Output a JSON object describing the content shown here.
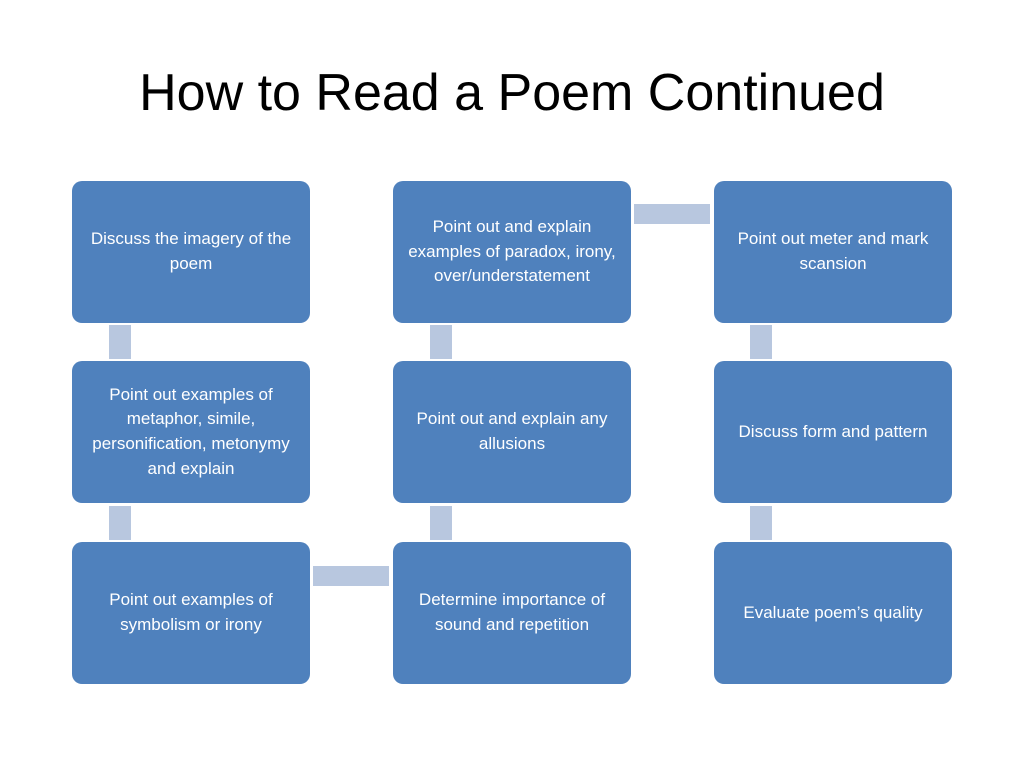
{
  "title": "How to Read a Poem Continued",
  "colors": {
    "box_fill": "#4f81bd",
    "box_text": "#ffffff",
    "connector": "#b8c7df",
    "title_text": "#000000"
  },
  "steps": [
    {
      "label": "Discuss the imagery of the poem"
    },
    {
      "label": "Point out examples of metaphor, simile, personification, metonymy and explain"
    },
    {
      "label": "Point out examples of symbolism or irony"
    },
    {
      "label": "Determine importance of sound and repetition"
    },
    {
      "label": "Point out and explain any allusions"
    },
    {
      "label": "Point out and explain examples of paradox, irony, over/understatement"
    },
    {
      "label": "Point out meter and mark scansion"
    },
    {
      "label": "Discuss form and pattern"
    },
    {
      "label": "Evaluate poem’s quality"
    }
  ]
}
